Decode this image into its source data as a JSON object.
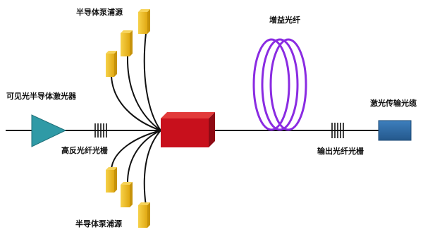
{
  "labels": {
    "pump_top": "半导体泵浦源",
    "pump_bottom": "半导体泵浦源",
    "seed_laser": "可见光半导体激光器",
    "hr_grating": "高反光纤光栅",
    "gain_fiber": "增益光纤",
    "oc_grating": "输出光纤光栅",
    "delivery": "激光传输光缆"
  },
  "colors": {
    "pump_face": "#f2c01e",
    "pump_side": "#c7930a",
    "combiner_front": "#c8101c",
    "combiner_top": "#e23a3a",
    "combiner_side": "#8e0a14",
    "gain_coil": "#8a2be2",
    "seed_triangle": "#2f9aa6",
    "output_head": "#2e6aa3",
    "fiber": "#111111"
  }
}
